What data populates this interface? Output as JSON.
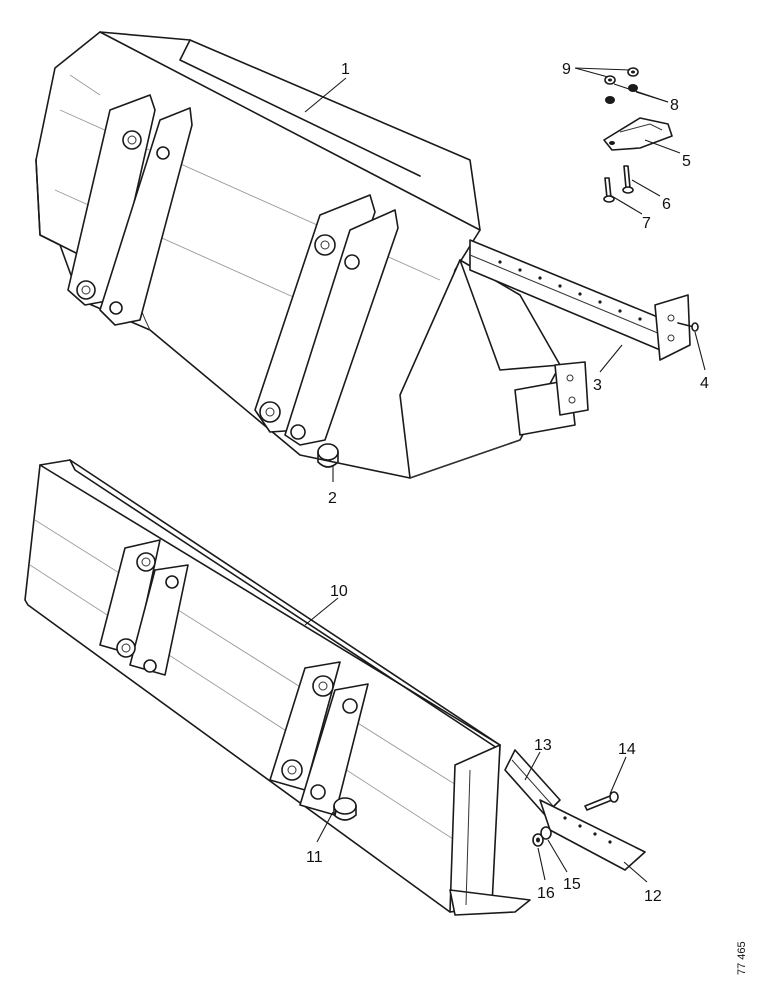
{
  "callouts": {
    "c1": "1",
    "c2": "2",
    "c3": "3",
    "c4": "4",
    "c5": "5",
    "c6": "6",
    "c7": "7",
    "c8": "8",
    "c9": "9",
    "c10": "10",
    "c11": "11",
    "c12": "12",
    "c13": "13",
    "c14": "14",
    "c15": "15",
    "c16": "16"
  },
  "figure_ref": "77 465"
}
